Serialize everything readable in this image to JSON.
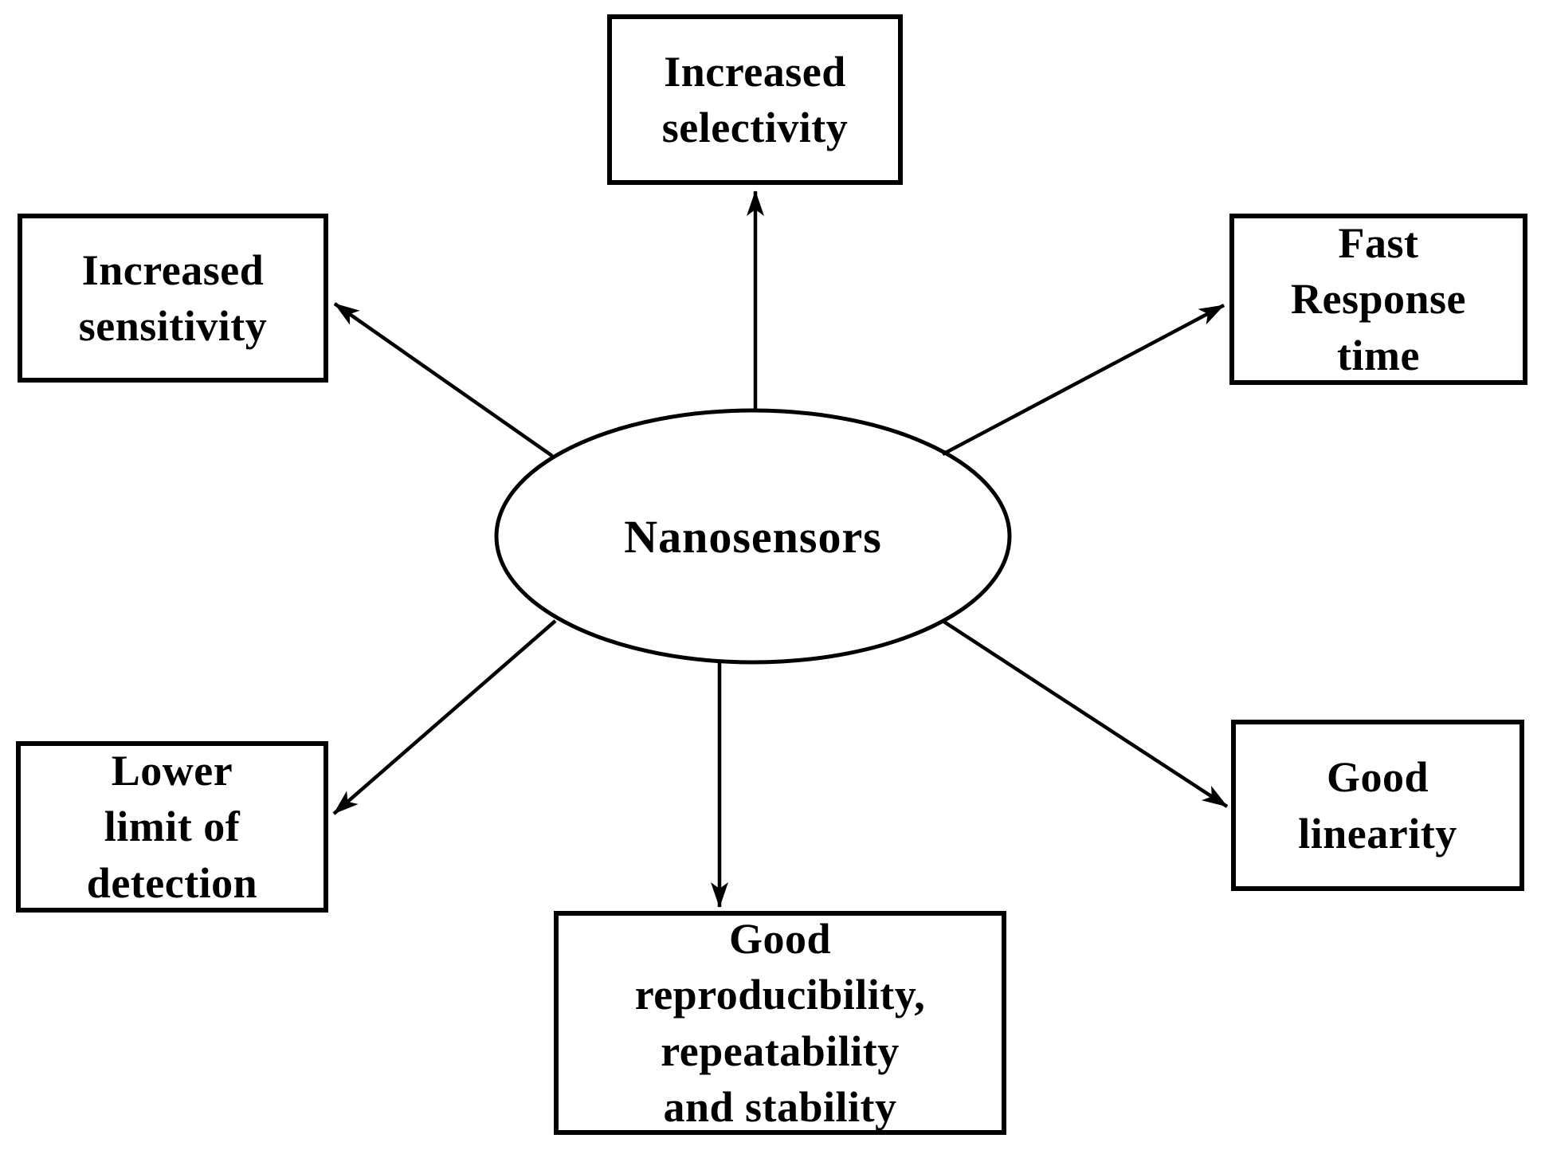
{
  "diagram": {
    "center": {
      "label": "Nanosensors"
    },
    "nodes": {
      "top": {
        "label": "Increased\nselectivity"
      },
      "top_left": {
        "label": "Increased\nsensitivity"
      },
      "top_right": {
        "label": "Fast\nResponse\ntime"
      },
      "bottom_left": {
        "label": "Lower\nlimit of\ndetection"
      },
      "bottom_right": {
        "label": "Good\nlinearity"
      },
      "bottom": {
        "label": "Good\nreproducibility,\nrepeatability\nand stability"
      }
    },
    "colors": {
      "stroke": "#000000",
      "text": "#000000",
      "background": "#ffffff"
    }
  }
}
